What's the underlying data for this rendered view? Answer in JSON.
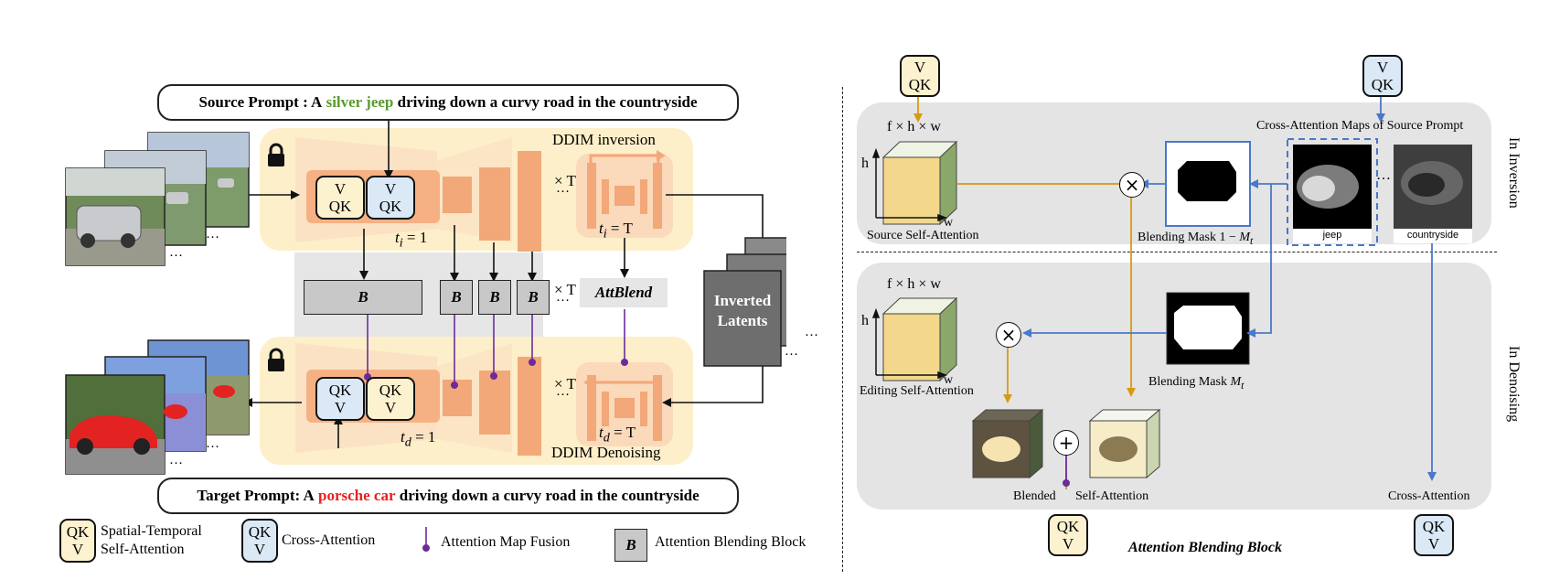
{
  "left": {
    "source_prompt": {
      "prefix": "Source Prompt : A ",
      "highlight": "silver jeep",
      "suffix": " driving down a curvy road in the countryside",
      "highlight_color": "#5b9a2e"
    },
    "target_prompt": {
      "prefix": "Target Prompt: A ",
      "highlight": "porsche car",
      "suffix": " driving down a curvy road in the countryside",
      "highlight_color": "#e52020"
    },
    "ddim_inversion_label": "DDIM inversion",
    "ddim_denoising_label": "DDIM Denoising",
    "inversion_block": {
      "top": "V",
      "bottom": "QK"
    },
    "inversion_cross_block": {
      "top": "V",
      "bottom": "QK"
    },
    "denoising_block": {
      "top": "QK",
      "bottom": "V"
    },
    "denoising_cross_block": {
      "top": "QK",
      "bottom": "V"
    },
    "times_t": "× T",
    "ellipsis": "…",
    "ti_1": "t",
    "ti_1_sub": "i",
    "ti_1_rest": " = 1",
    "ti_T_rest": " = T",
    "td_sub": "d",
    "blend_block_label": "B",
    "attblend_label": "AttBlend",
    "inverted_latents_line1": "Inverted",
    "inverted_latents_line2": "Latents",
    "lock_icon": "lock-icon"
  },
  "legend": {
    "spatial_temporal": {
      "box_top": "QK",
      "box_bottom": "V",
      "line1": "Spatial-Temporal",
      "line2": "Self-Attention"
    },
    "cross_attention": {
      "box_top": "QK",
      "box_bottom": "V",
      "label": "Cross-Attention"
    },
    "fusion": {
      "label": "Attention Map Fusion"
    },
    "blending": {
      "box": "B",
      "label": "Attention Blending Block"
    }
  },
  "right": {
    "title": "Attention Blending Block",
    "top_v_qk_left": {
      "top": "V",
      "bottom": "QK"
    },
    "top_v_qk_right": {
      "top": "V",
      "bottom": "QK"
    },
    "cube_dims": "f × h × w",
    "cube_h": "h",
    "cube_w": "w",
    "source_self_attention": "Source Self-Attention",
    "editing_self_attention": "Editing Self-Attention",
    "cross_attention_maps_title": "Cross-Attention Maps of Source Prompt",
    "jeep_label": "jeep",
    "countryside_label": "countryside",
    "blending_mask_inv": "Blending Mask 1 − ",
    "blending_mask_den": "Blending Mask ",
    "mask_symbol": "M",
    "mask_sub": "t",
    "in_inversion": "In Inversion",
    "in_denoising": "In Denoising",
    "blended": "Blended",
    "self_attention": "Self-Attention",
    "cross_attention": "Cross-Attention",
    "bottom_qk_v_left": {
      "top": "QK",
      "bottom": "V"
    },
    "bottom_qk_v_right": {
      "top": "QK",
      "bottom": "V"
    },
    "times_symbol": "×",
    "plus_symbol": "+",
    "dots": "…"
  },
  "colors": {
    "orange_arrow": "#d59a14",
    "blue_arrow": "#4a78c8",
    "purple_fusion": "#6a2c9a",
    "panel_yellow": "#fdefc9",
    "unet_orange": "#f2a878"
  }
}
